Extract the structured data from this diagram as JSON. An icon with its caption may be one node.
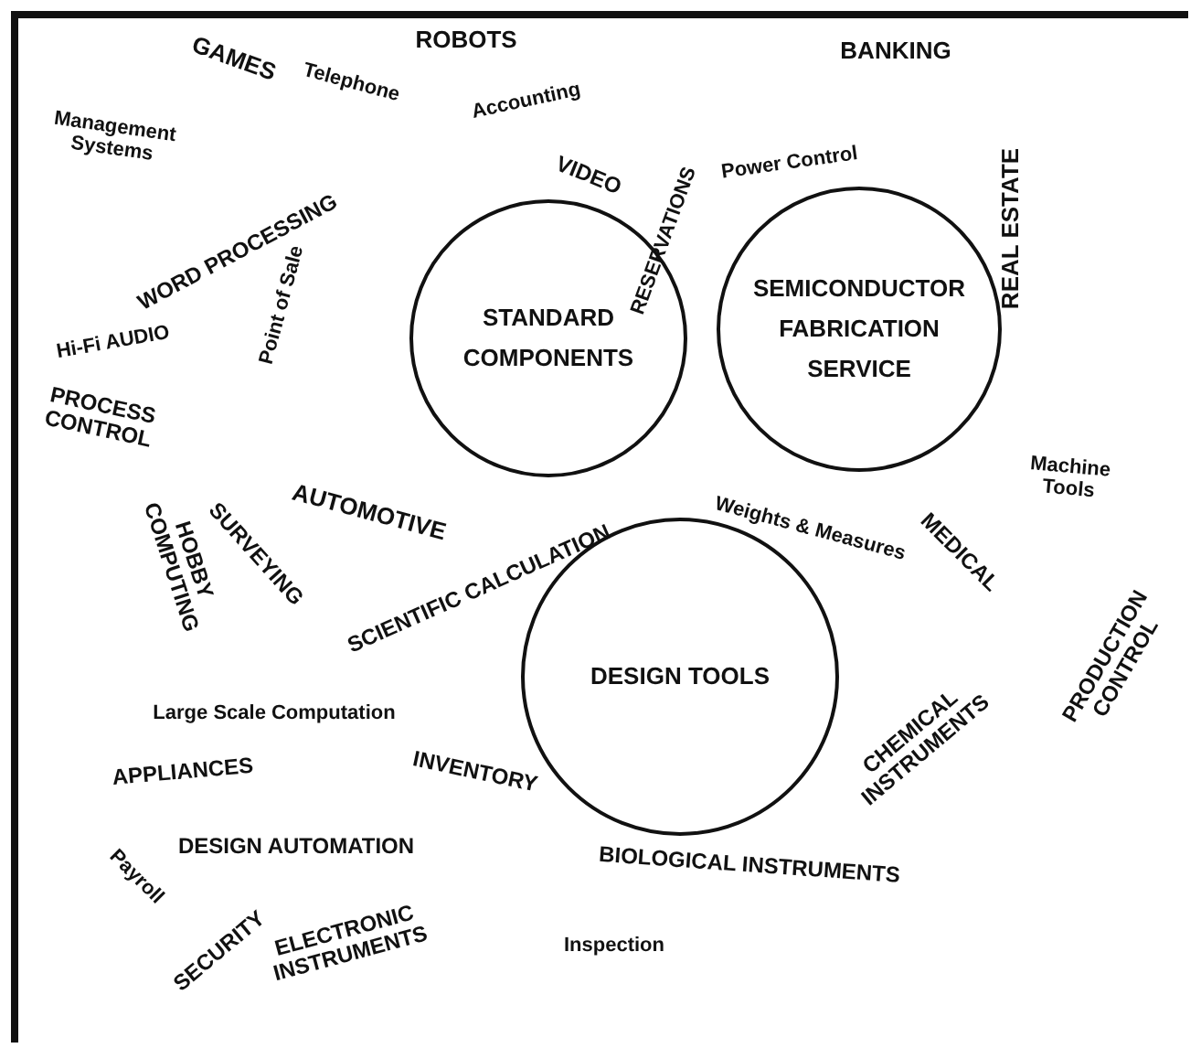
{
  "diagram": {
    "nodes": [
      {
        "text": [
          "STANDARD COMPONENTS"
        ]
      },
      {
        "text": [
          "SEMICONDUCTOR FABRICATION SERVICE"
        ]
      },
      {
        "text": [
          "DESIGN TOOLS"
        ]
      }
    ],
    "labels": [
      "ROBOTS",
      "BANKING",
      "GAMES",
      "Telephone",
      "Accounting",
      "Management Systems",
      "WORD PROCESSING",
      "VIDEO",
      "RESERVATIONS",
      "Power Control",
      "REAL ESTATE",
      "Hi-Fi AUDIO",
      "Point of Sale",
      "PROCESS CONTROL",
      "AUTOMOTIVE",
      "SURVEYING",
      "HOBBY COMPUTING",
      "SCIENTIFIC CALCULATION",
      "Machine Tools",
      "Weights & Measures",
      "MEDICAL",
      "PRODUCTION CONTROL",
      "Large Scale Computation",
      "CHEMICAL INSTRUMENTS",
      "APPLIANCES",
      "INVENTORY",
      "DESIGN AUTOMATION",
      "BIOLOGICAL INSTRUMENTS",
      "Payroll",
      "SECURITY",
      "ELECTRONIC INSTRUMENTS",
      "Inspection"
    ]
  }
}
